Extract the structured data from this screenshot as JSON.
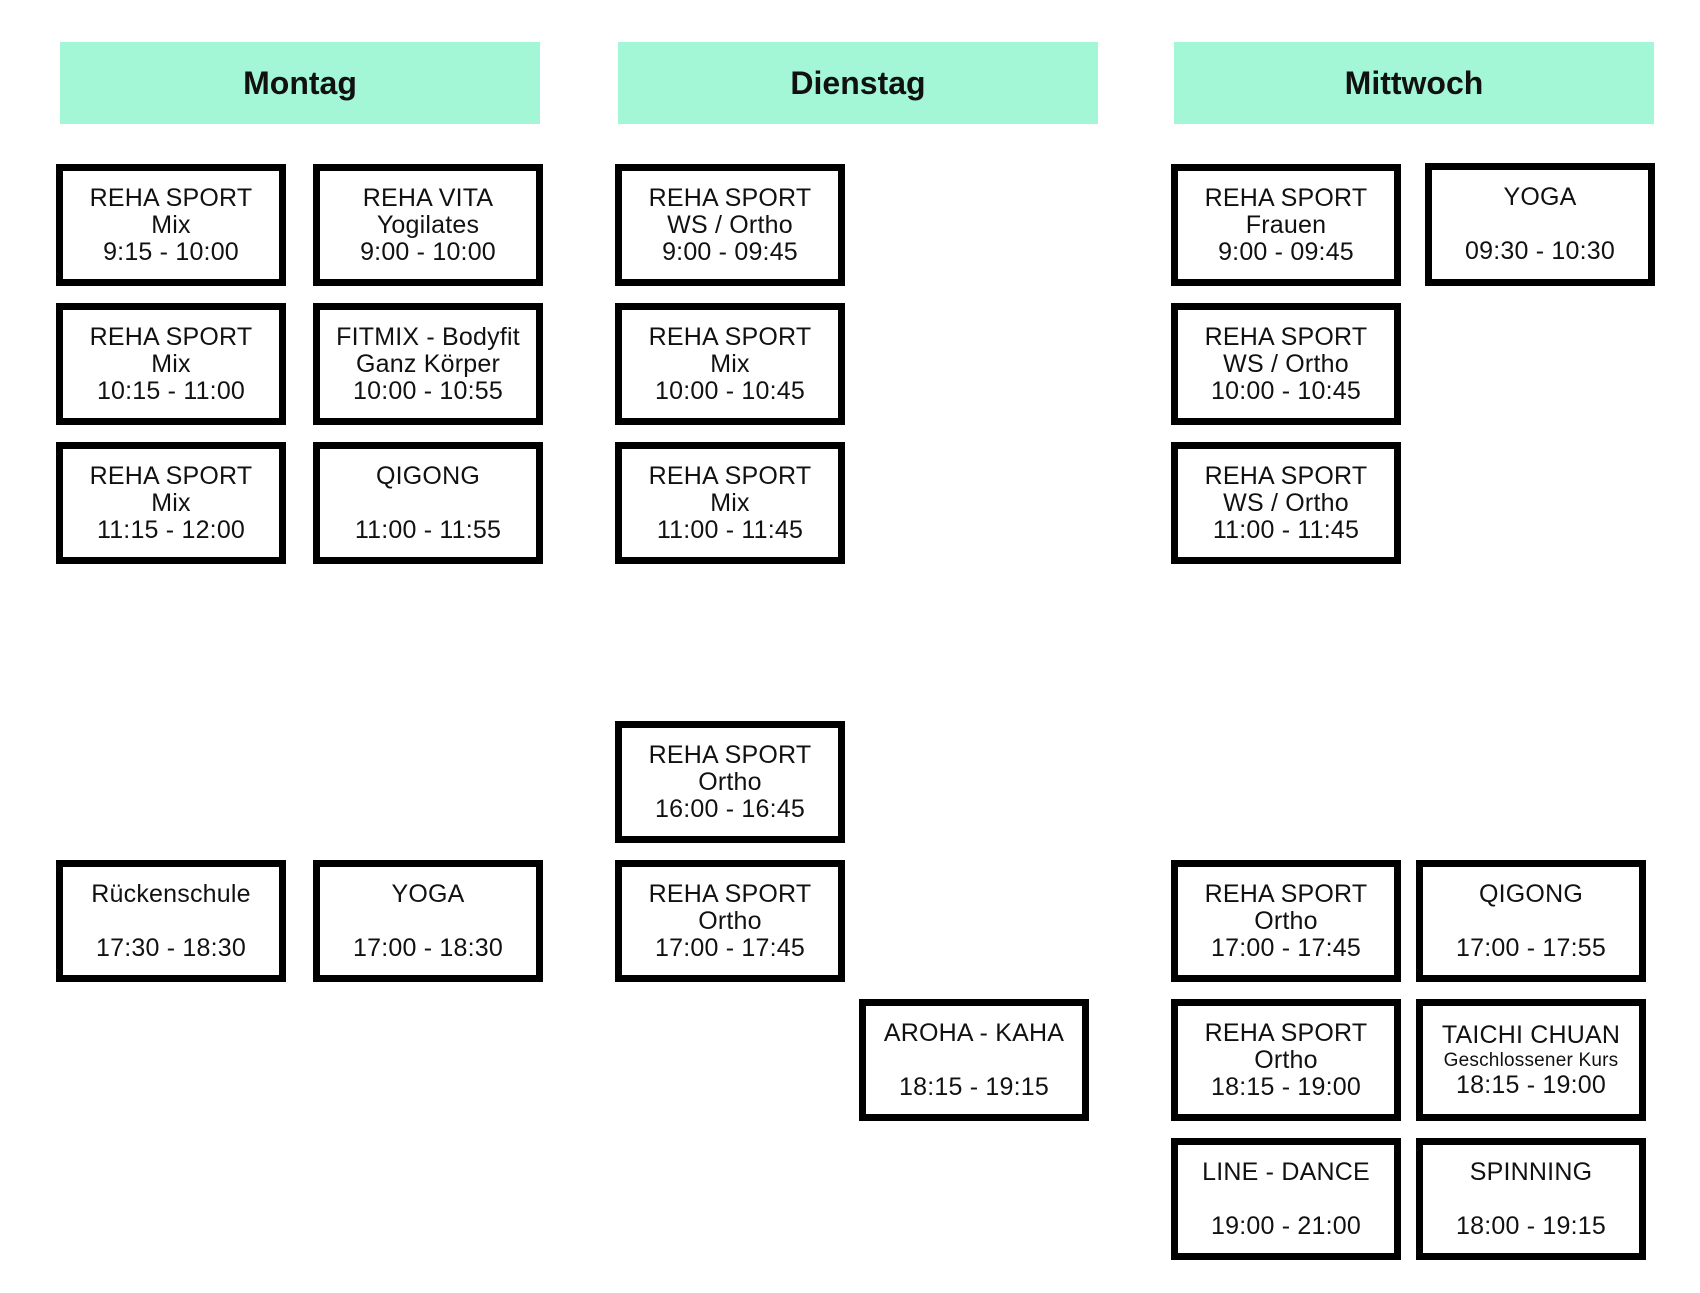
{
  "days": {
    "montag": "Montag",
    "dienstag": "Dienstag",
    "mittwoch": "Mittwoch"
  },
  "colors": {
    "header_bg": "#a3f7d6",
    "border": "#000000"
  },
  "classes": {
    "mo_reha_mix_915": {
      "title": "REHA SPORT",
      "subtitle": "Mix",
      "time": "9:15 - 10:00"
    },
    "mo_reha_vita": {
      "title": "REHA VITA",
      "subtitle": "Yogilates",
      "time": "9:00 - 10:00"
    },
    "mo_reha_mix_1015": {
      "title": "REHA SPORT",
      "subtitle": "Mix",
      "time": "10:15 - 11:00"
    },
    "mo_fitmix": {
      "title": "FITMIX - Bodyfit",
      "subtitle": "Ganz Körper",
      "time": "10:00 - 10:55"
    },
    "mo_reha_mix_1115": {
      "title": "REHA SPORT",
      "subtitle": "Mix",
      "time": "11:15 - 12:00"
    },
    "mo_qigong": {
      "title": "QIGONG",
      "time": "11:00 - 11:55"
    },
    "mo_rueckenschule": {
      "title": "Rückenschule",
      "time": "17:30 - 18:30"
    },
    "mo_yoga": {
      "title": "YOGA",
      "time": "17:00 - 18:30"
    },
    "di_reha_ws_900": {
      "title": "REHA SPORT",
      "subtitle": "WS / Ortho",
      "time": "9:00 - 09:45"
    },
    "di_reha_mix_1000": {
      "title": "REHA SPORT",
      "subtitle": "Mix",
      "time": "10:00 - 10:45"
    },
    "di_reha_mix_1100": {
      "title": "REHA SPORT",
      "subtitle": "Mix",
      "time": "11:00 - 11:45"
    },
    "di_reha_ortho_1600": {
      "title": "REHA SPORT",
      "subtitle": "Ortho",
      "time": "16:00 - 16:45"
    },
    "di_reha_ortho_1700": {
      "title": "REHA SPORT",
      "subtitle": "Ortho",
      "time": "17:00 - 17:45"
    },
    "di_aroha": {
      "title": "AROHA - KAHA",
      "time": "18:15 - 19:15"
    },
    "mi_reha_frauen": {
      "title": "REHA SPORT",
      "subtitle": "Frauen",
      "time": "9:00 - 09:45"
    },
    "mi_yoga": {
      "title": "YOGA",
      "time": "09:30 - 10:30"
    },
    "mi_reha_ws_1000": {
      "title": "REHA SPORT",
      "subtitle": "WS / Ortho",
      "time": "10:00 - 10:45"
    },
    "mi_reha_ws_1100": {
      "title": "REHA SPORT",
      "subtitle": "WS / Ortho",
      "time": "11:00 - 11:45"
    },
    "mi_reha_ortho_1700": {
      "title": "REHA SPORT",
      "subtitle": "Ortho",
      "time": "17:00 - 17:45"
    },
    "mi_qigong": {
      "title": "QIGONG",
      "time": "17:00 - 17:55"
    },
    "mi_reha_ortho_1815": {
      "title": "REHA SPORT",
      "subtitle": "Ortho",
      "time": "18:15 - 19:00"
    },
    "mi_taichi": {
      "title": "TAICHI CHUAN",
      "subtitle": "Geschlossener Kurs",
      "time": "18:15 - 19:00"
    },
    "mi_line_dance": {
      "title": "LINE - DANCE",
      "time": "19:00 - 21:00"
    },
    "mi_spinning": {
      "title": "SPINNING",
      "time": "18:00 - 19:15"
    }
  }
}
